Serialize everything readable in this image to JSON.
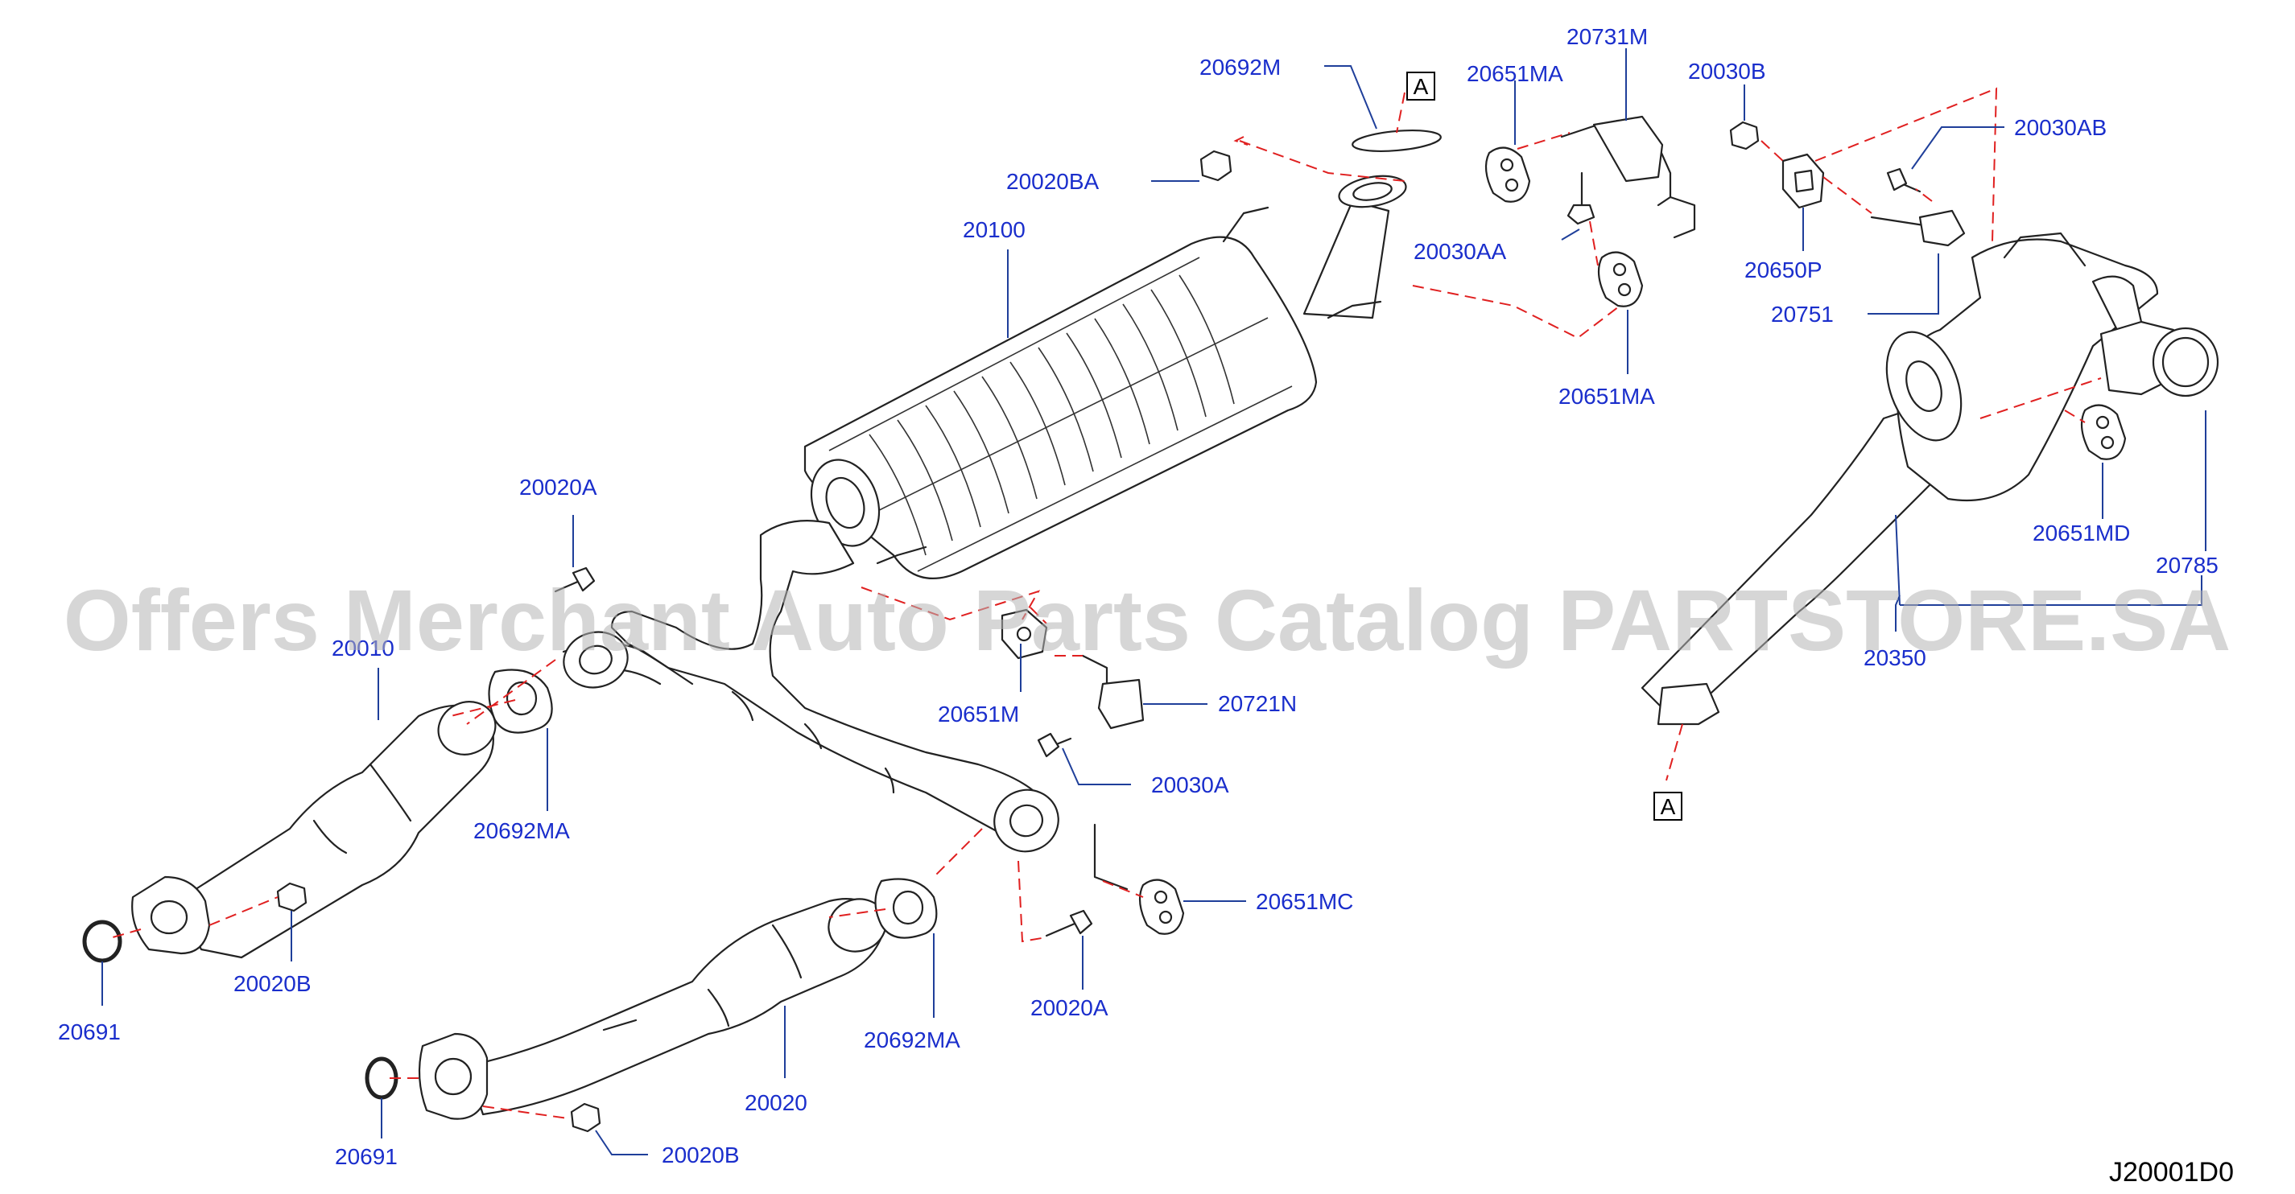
{
  "diagram": {
    "code": "J20001D0",
    "watermark": "Offers Merchant Auto Parts Catalog PARTSTORE.SA",
    "ref_marks": [
      "A",
      "A"
    ],
    "callouts": [
      {
        "id": "20692M",
        "text": "20692M"
      },
      {
        "id": "20651MA_top",
        "text": "20651MA"
      },
      {
        "id": "20731M",
        "text": "20731M"
      },
      {
        "id": "20030B",
        "text": "20030B"
      },
      {
        "id": "20030AB",
        "text": "20030AB"
      },
      {
        "id": "20020BA",
        "text": "20020BA"
      },
      {
        "id": "20100",
        "text": "20100"
      },
      {
        "id": "20030AA",
        "text": "20030AA"
      },
      {
        "id": "20650P",
        "text": "20650P"
      },
      {
        "id": "20751",
        "text": "20751"
      },
      {
        "id": "20651MA_bottom",
        "text": "20651MA"
      },
      {
        "id": "20651MD",
        "text": "20651MD"
      },
      {
        "id": "20785",
        "text": "20785"
      },
      {
        "id": "20020A_top",
        "text": "20020A"
      },
      {
        "id": "20010",
        "text": "20010"
      },
      {
        "id": "20350",
        "text": "20350"
      },
      {
        "id": "20651M",
        "text": "20651M"
      },
      {
        "id": "20721N",
        "text": "20721N"
      },
      {
        "id": "20692MA_left",
        "text": "20692MA"
      },
      {
        "id": "20030A",
        "text": "20030A"
      },
      {
        "id": "20651MC",
        "text": "20651MC"
      },
      {
        "id": "20691_left",
        "text": "20691"
      },
      {
        "id": "20020B_left",
        "text": "20020B"
      },
      {
        "id": "20020A_bottom",
        "text": "20020A"
      },
      {
        "id": "20692MA_right",
        "text": "20692MA"
      },
      {
        "id": "20020",
        "text": "20020"
      },
      {
        "id": "20691_bottom",
        "text": "20691"
      },
      {
        "id": "20020B_bottom",
        "text": "20020B"
      }
    ]
  }
}
